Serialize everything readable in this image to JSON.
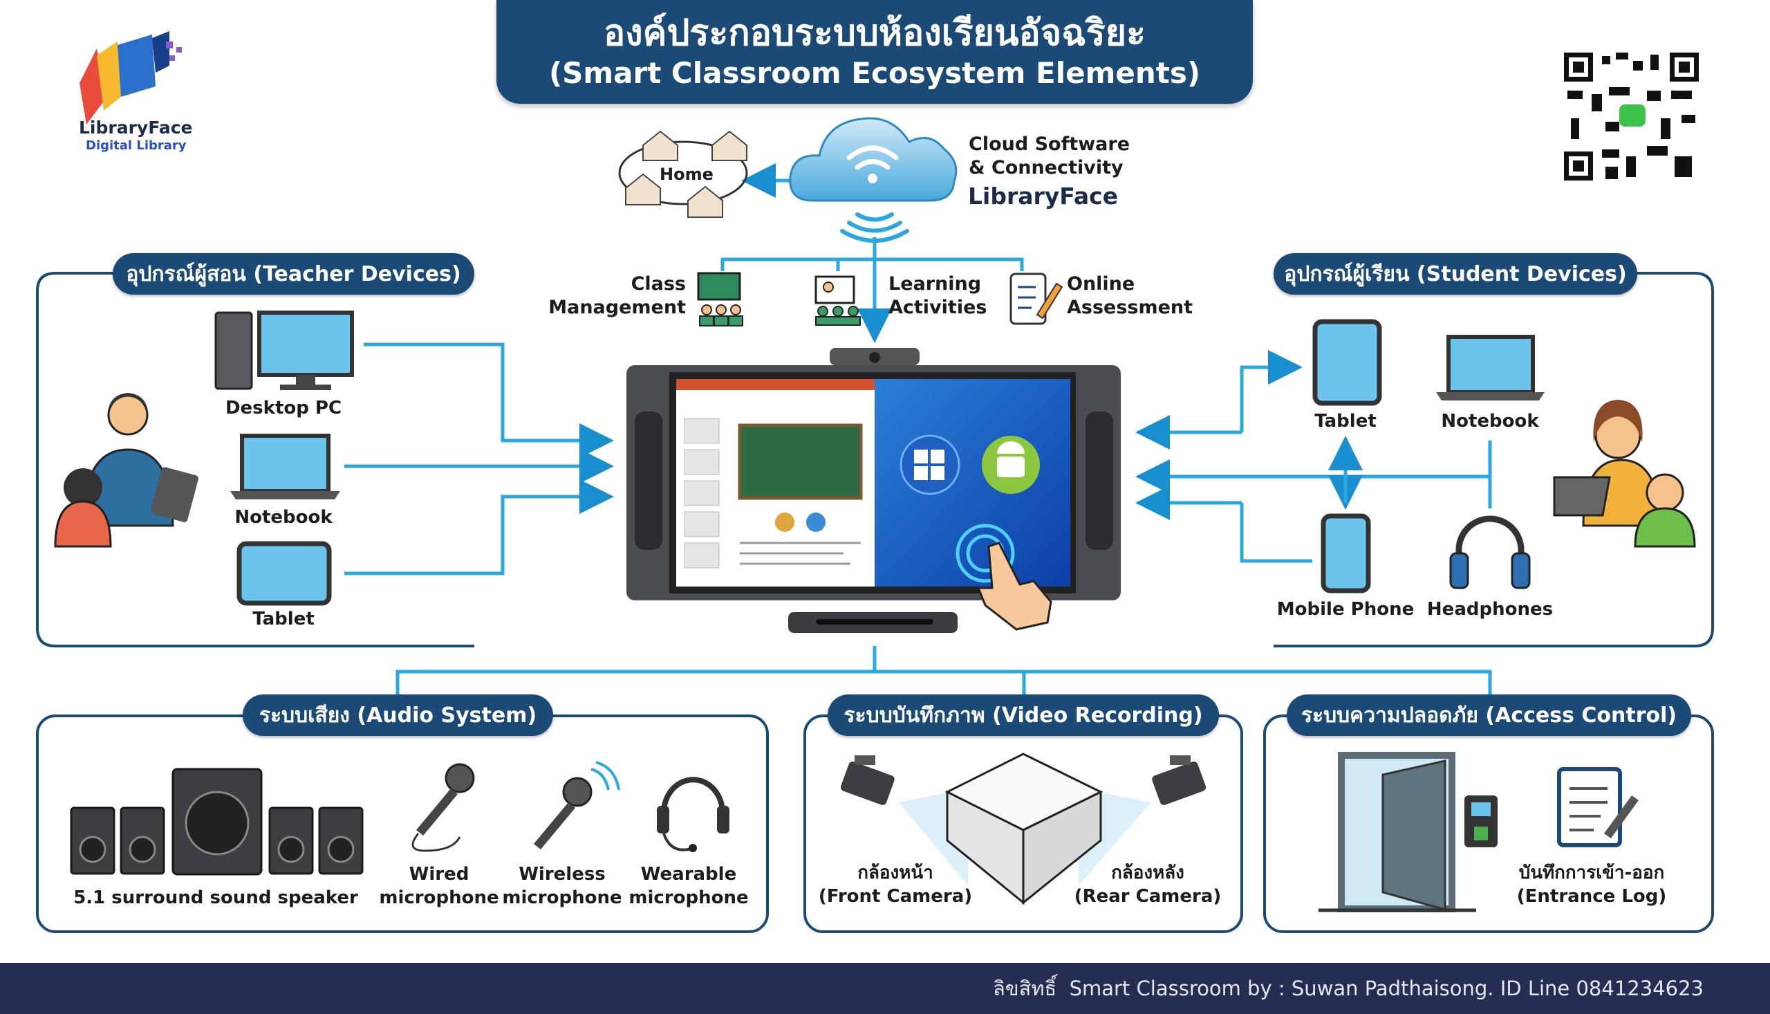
{
  "title": {
    "thai": "องค์ประกอบระบบห้องเรียนอัจฉริยะ",
    "english": "(Smart Classroom Ecosystem Elements)"
  },
  "logo": {
    "name": "LibraryFace",
    "subtitle": "Digital Library"
  },
  "cloud": {
    "line1": "Cloud Software",
    "line2": "& Connectivity",
    "brand": "LibraryFace"
  },
  "home": {
    "label": "Home"
  },
  "features": [
    {
      "l1": "Class",
      "l2": "Management"
    },
    {
      "l1": "Learning",
      "l2": "Activities"
    },
    {
      "l1": "Online",
      "l2": "Assessment"
    }
  ],
  "teacher": {
    "header": "อุปกรณ์ผู้สอน (Teacher Devices)",
    "devices": [
      "Desktop PC",
      "Notebook",
      "Tablet"
    ]
  },
  "student": {
    "header": "อุปกรณ์ผู้เรียน (Student Devices)",
    "devices": [
      "Tablet",
      "Notebook",
      "Mobile Phone",
      "Headphones"
    ]
  },
  "audio": {
    "header": "ระบบเสียง (Audio System)",
    "items": [
      {
        "l1": "5.1 surround sound speaker",
        "l2": ""
      },
      {
        "l1": "Wired",
        "l2": "microphone"
      },
      {
        "l1": "Wireless",
        "l2": "microphone"
      },
      {
        "l1": "Wearable",
        "l2": "microphone"
      }
    ]
  },
  "video": {
    "header": "ระบบบันทึกภาพ (Video Recording)",
    "front": {
      "l1": "กล้องหน้า",
      "l2": "(Front Camera)"
    },
    "rear": {
      "l1": "กล้องหลัง",
      "l2": "(Rear Camera)"
    }
  },
  "access": {
    "header": "ระบบความปลอดภัย (Access Control)",
    "log": {
      "l1": "บันทึกการเข้า-ออก",
      "l2": "(Entrance Log)"
    }
  },
  "footer": {
    "text": "ลิขสิทธิ์  Smart Classroom by : Suwan Padthaisong. ID Line 0841234623"
  },
  "colors": {
    "navy": "#1b4a77",
    "line": "#29a9e0",
    "footer": "#252d52"
  }
}
